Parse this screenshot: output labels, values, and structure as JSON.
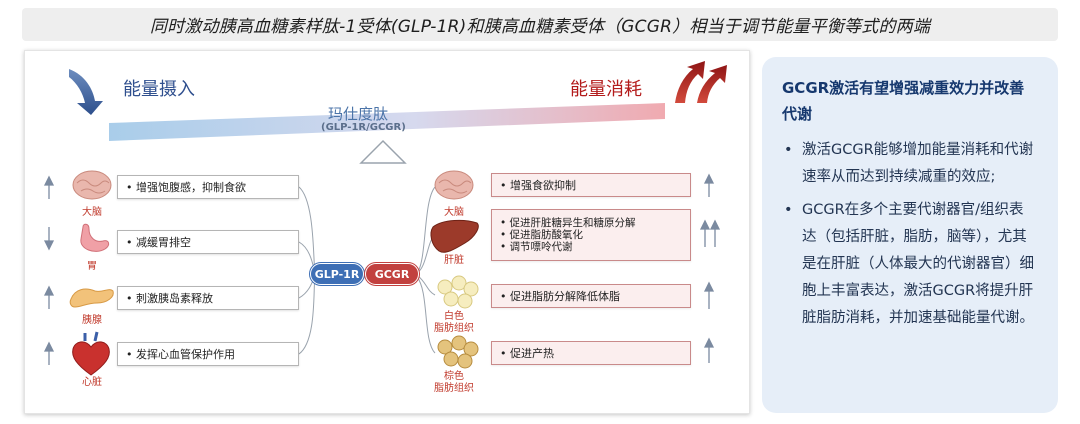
{
  "header": {
    "title": "同时激动胰高血糖素样肽-1受体(GLP-1R)和胰高血糖素受体（GCGR）相当于调节能量平衡等式的两端"
  },
  "diagram": {
    "intake_label": "能量摄入",
    "expenditure_label": "能量消耗",
    "drug_name": "玛仕度肽",
    "drug_targets": "(GLP-1R/GCGR)",
    "receptors": {
      "glp1r": "GLP-1R",
      "gcgr": "GCGR"
    },
    "left_items": [
      {
        "organ": "大脑",
        "effect": "增强饱腹感，抑制食欲",
        "direction": "up"
      },
      {
        "organ": "胃",
        "effect": "减缓胃排空",
        "direction": "down"
      },
      {
        "organ": "胰腺",
        "effect": "刺激胰岛素释放",
        "direction": "up"
      },
      {
        "organ": "心脏",
        "effect": "发挥心血管保护作用",
        "direction": "up"
      }
    ],
    "right_items": [
      {
        "organ": "大脑",
        "effects": [
          "增强食欲抑制"
        ],
        "direction": "up"
      },
      {
        "organ": "肝脏",
        "effects": [
          "促进肝脏糖异生和糖原分解",
          "促进脂肪酸氧化",
          "调节嘌呤代谢"
        ],
        "direction": "double-up"
      },
      {
        "organ_line1": "白色",
        "organ_line2": "脂肪组织",
        "effects": [
          "促进脂肪分解降低体脂"
        ],
        "direction": "up"
      },
      {
        "organ_line1": "棕色",
        "organ_line2": "脂肪组织",
        "effects": [
          "促进产热"
        ],
        "direction": "up"
      }
    ]
  },
  "side_panel": {
    "title": "GCGR激活有望增强减重效力并改善代谢",
    "bullets": [
      "激活GCGR能够增加能量消耗和代谢速率从而达到持续减重的效应;",
      "GCGR在多个主要代谢器官/组织表达（包括肝脏，脂肪，脑等），尤其是在肝脏（人体最大的代谢器官）细胞上丰富表达，激活GCGR将提升肝脏脂肪消耗，并加速基础能量代谢。"
    ]
  },
  "colors": {
    "intake_blue": "#2f4f8e",
    "expenditure_red": "#b31b1b",
    "glp_pill": "#3e6fb5",
    "gcgr_pill": "#c2413f",
    "panel_bg": "#e6eef8"
  }
}
